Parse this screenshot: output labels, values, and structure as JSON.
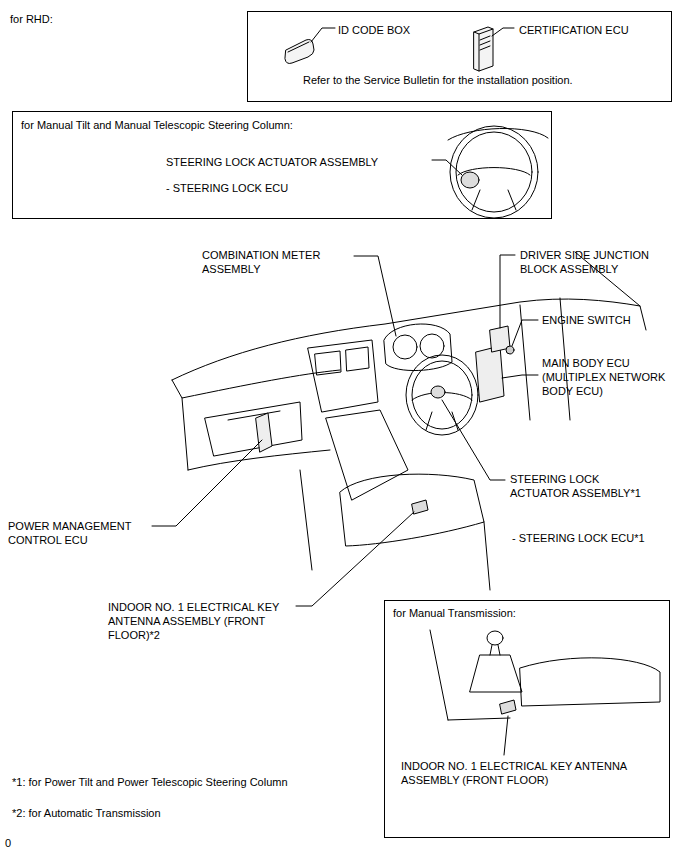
{
  "diagram": {
    "nodes": [
      {
        "text": [
          "ID CODE BOX",
          "CERTIFICATION ECU",
          "Refer to the Service Bulletin for the installation position."
        ]
      },
      {
        "text": [
          "for Manual Tilt and Manual Telescopic Steering Column:",
          "STEERING LOCK ACTUATOR ASSEMBLY",
          "- STEERING LOCK ECU"
        ]
      },
      {
        "text": [
          "for Manual Transmission:",
          "INDOOR NO. 1 ELECTRICAL KEY ANTENNA ASSEMBLY (FRONT FLOOR)"
        ]
      }
    ],
    "edges": [],
    "labels": [
      "for RHD:",
      "COMBINATION METER ASSEMBLY",
      "DRIVER SIDE JUNCTION BLOCK ASSEMBLY",
      "ENGINE SWITCH",
      "MAIN BODY ECU (MULTIPLEX NETWORK BODY ECU)",
      "STEERING LOCK ACTUATOR ASSEMBLY*1",
      "- STEERING LOCK ECU*1",
      "POWER MANAGEMENT CONTROL ECU",
      "INDOOR NO. 1 ELECTRICAL KEY ANTENNA ASSEMBLY (FRONT FLOOR)*2",
      "*1: for Power Tilt and Power Telescopic Steering Column",
      "*2: for Automatic Transmission",
      "0"
    ]
  }
}
